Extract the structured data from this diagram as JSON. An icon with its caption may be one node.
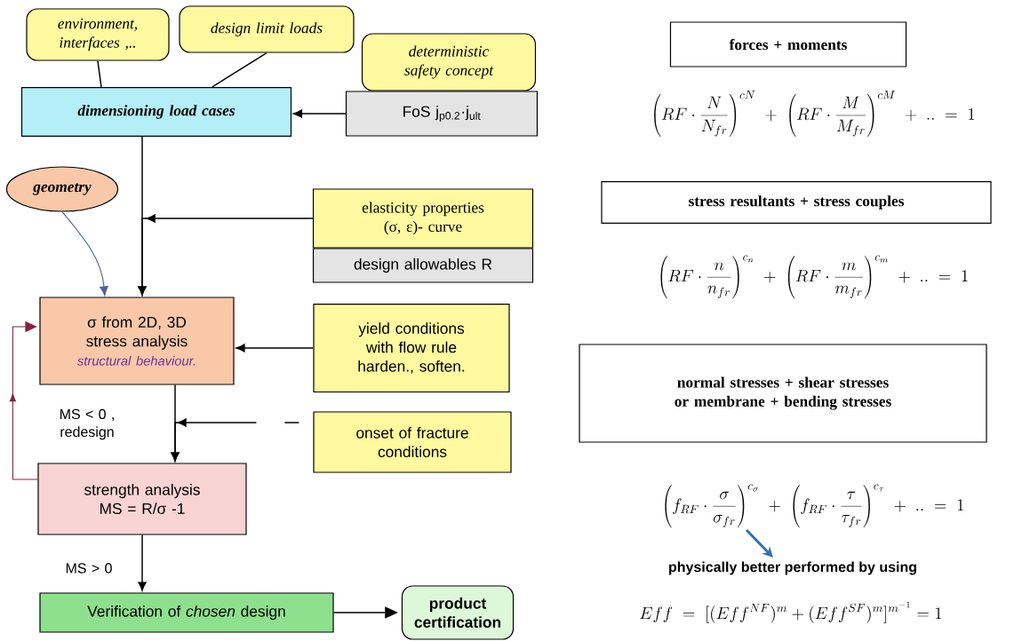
{
  "diagram": {
    "nodes": [
      {
        "text": [
          "environment, interfaces ,.."
        ]
      },
      {
        "text": [
          "design limit loads"
        ]
      },
      {
        "text": [
          "deterministic safety concept"
        ]
      },
      {
        "text": [
          "dimensioning load cases"
        ]
      },
      {
        "text": [
          "FoS j$_{p0.2}$·j$_{ult}$"
        ]
      },
      {
        "text": [
          "geometry"
        ]
      },
      {
        "text": [
          "elasticity properties (σ, ε)- curve"
        ]
      },
      {
        "text": [
          "design allowables R"
        ]
      },
      {
        "text": [
          "σ from 2D, 3D stress analysis",
          "structural behaviour."
        ]
      },
      {
        "text": [
          "yield conditions with flow rule harden., soften."
        ]
      },
      {
        "text": [
          "onset of fracture conditions"
        ]
      },
      {
        "text": [
          "strength analysis",
          "MS = R/σ -1"
        ]
      },
      {
        "text": [
          "Verification of *chosen* design"
        ]
      },
      {
        "text": [
          "product certification"
        ]
      },
      {
        "text": [
          "forces + moments"
        ]
      },
      {
        "text": [
          "stress resultants + stress couples"
        ]
      },
      {
        "text": [
          "normal stresses + shear stresses or membrane + bending stresses"
        ]
      }
    ],
    "edges": [
      {
        "from": 0,
        "to": 3,
        "arrow": "none"
      },
      {
        "from": 1,
        "to": 3,
        "arrow": "none"
      },
      {
        "from": 4,
        "to": 3,
        "arrow": "to"
      },
      {
        "from": 3,
        "to": 8,
        "arrow": "to"
      },
      {
        "from": 5,
        "to": 8,
        "arrow": "to",
        "color": "#4a5fa0"
      },
      {
        "from": 6,
        "to": 8,
        "arrow": "to"
      },
      {
        "from": 9,
        "to": 8,
        "arrow": "to"
      },
      {
        "from": 8,
        "to": 11,
        "arrow": "to"
      },
      {
        "from": 10,
        "to": 11,
        "arrow": "to",
        "style": "dashed"
      },
      {
        "from": 11,
        "to": 8,
        "arrow": "to",
        "color": "#8b2040",
        "label": "MS < 0 , redesign"
      },
      {
        "from": 11,
        "to": 12,
        "arrow": "to",
        "label": "MS > 0"
      },
      {
        "from": 12,
        "to": 13,
        "arrow": "to"
      }
    ],
    "labels": [
      "\\left(RF\\cdot\\frac{N}{N_{fr}}\\right)^{cN} \\;+\\; \\left(RF\\cdot\\frac{M}{M_{fr}}\\right)^{cM} \\;+\\; .. \\;=\\; 1",
      "\\left(RF\\cdot\\frac{n}{n_{fr}}\\right)^{c_n} \\;+\\; \\left(RF\\cdot\\frac{m}{m_{fr}}\\right)^{c_m} \\;+\\; .. \\;=\\; 1",
      "\\left(f_{RF}\\cdot\\frac{\\sigma}{\\sigma_{fr}}\\right)^{c_\\sigma} \\;+\\; \\left(f_{RF}\\cdot\\frac{\\tau}{\\tau_{fr}}\\right)^{c_\\tau} \\;+\\; .. \\;=\\; 1",
      "physically better performed by using",
      "Eff \\;=\\; [(Eff^{NF})^m + (Eff^{SF})^m]^{m^{-1}} = 1"
    ]
  }
}
